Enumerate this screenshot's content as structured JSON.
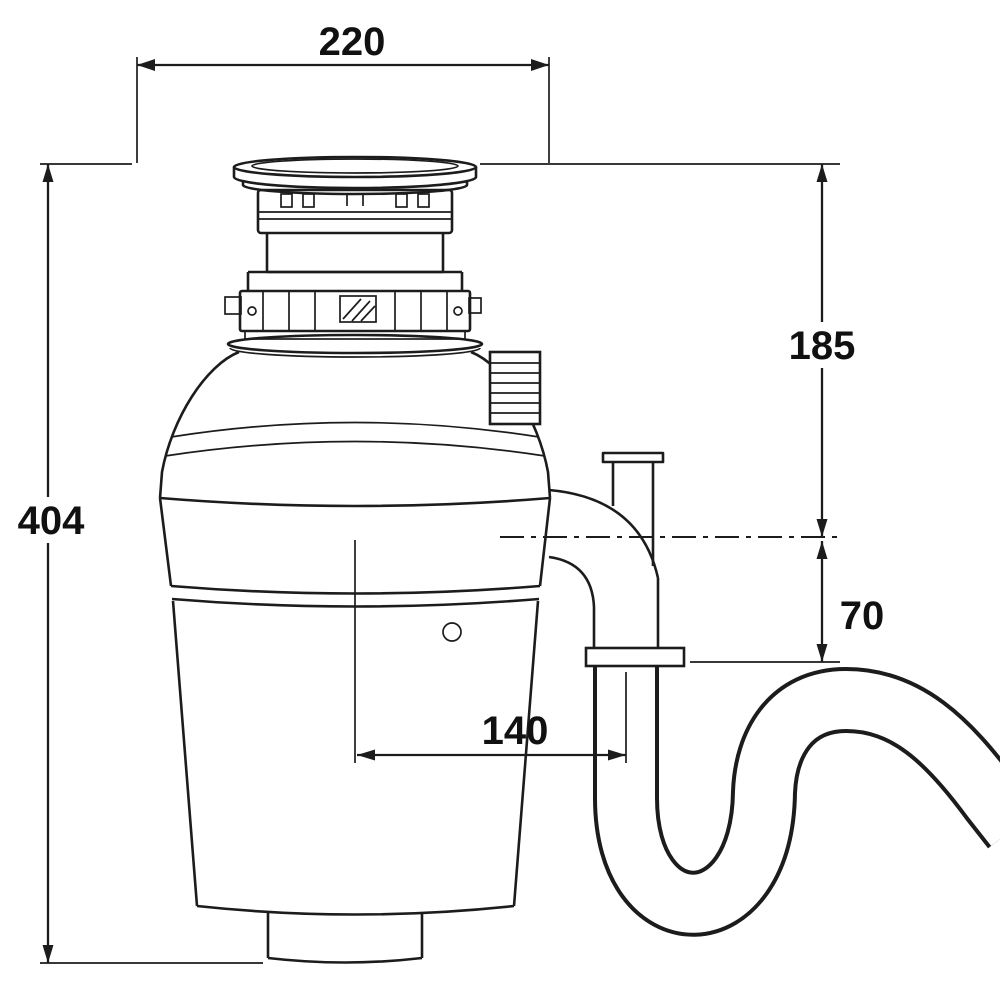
{
  "page": {
    "background": "#ffffff",
    "line_color": "#1c1c1c",
    "text_color": "#111111"
  },
  "dimensions": {
    "top_width": "220",
    "left_height": "404",
    "right_upper": "185",
    "right_lower": "70",
    "center_offset": "140"
  }
}
